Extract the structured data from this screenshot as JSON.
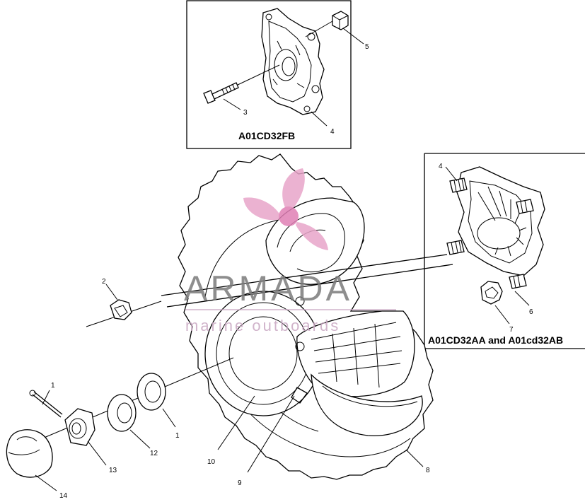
{
  "inset_boxes": {
    "top": {
      "label": "A01CD32FB"
    },
    "right": {
      "label": "A01CD32AA and A01cd32AB"
    }
  },
  "watermark": {
    "brand": "ARMADA",
    "tagline": "marine outboards",
    "logo_color": "#e8a5c9",
    "logo_dark": "#e07fb5"
  },
  "callouts": {
    "c1": "1",
    "c1b": "1",
    "c2": "2",
    "c3": "3",
    "c4a": "4",
    "c4b": "4",
    "c5": "5",
    "c6": "6",
    "c7": "7",
    "c8": "8",
    "c9": "9",
    "c10": "10",
    "c12": "12",
    "c13": "13",
    "c14": "14"
  }
}
